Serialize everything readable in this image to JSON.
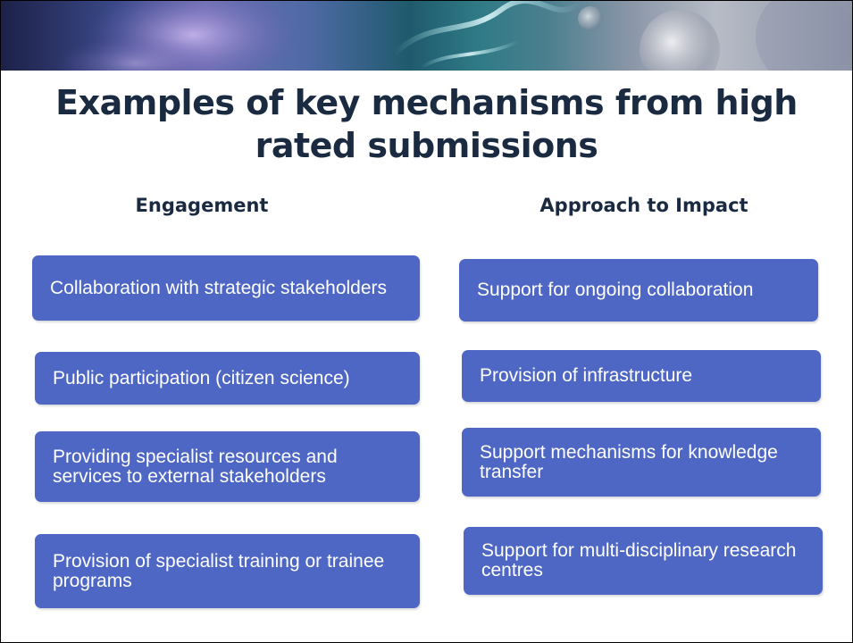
{
  "slide": {
    "title": "Examples of key mechanisms from high rated submissions",
    "columns": [
      {
        "heading": "Engagement",
        "items": [
          "Collaboration with strategic stakeholders",
          "Public participation (citizen science)",
          "Providing specialist resources and services to external stakeholders",
          "Provision of specialist training or trainee programs"
        ]
      },
      {
        "heading": "Approach to Impact",
        "items": [
          "Support for ongoing collaboration",
          "Provision of infrastructure",
          "Support mechanisms for knowledge transfer",
          "Support for multi-disciplinary research centres"
        ]
      }
    ]
  },
  "colors": {
    "box_fill": "#4f67c4",
    "title_text": "#1a2a40",
    "box_text": "#ffffff"
  }
}
